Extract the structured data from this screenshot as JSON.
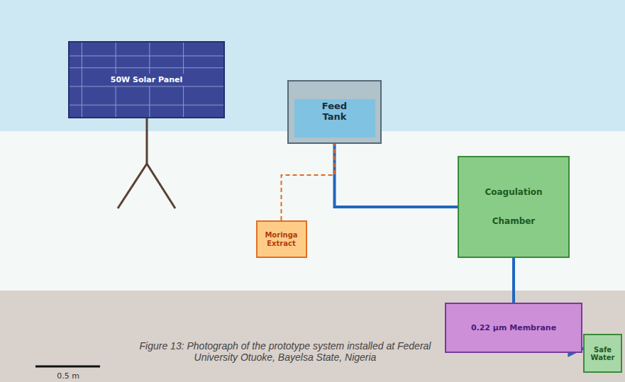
{
  "diagram": {
    "caption": "Figure 13: Photograph of the prototype system installed at Federal University Otuoke, Bayelsa State, Nigeria",
    "nodes": [
      {
        "text": [
          "50W Solar Panel"
        ]
      },
      {
        "text": [
          "Feed Tank"
        ]
      },
      {
        "text": [
          "Moringa Extract"
        ]
      },
      {
        "text": [
          "Coagulation Chamber"
        ]
      },
      {
        "text": [
          "0.22 μm Membrane"
        ]
      },
      {
        "text": [
          "Safe Water"
        ]
      }
    ],
    "edges": [
      {
        "from": 1,
        "to": 3,
        "arrow": "none"
      },
      {
        "from": 2,
        "to": 1,
        "arrow": "none"
      },
      {
        "from": 3,
        "to": 4,
        "arrow": "none"
      },
      {
        "from": 4,
        "to": 5,
        "arrow": "to"
      }
    ],
    "labels": [
      "0.5 m"
    ]
  }
}
